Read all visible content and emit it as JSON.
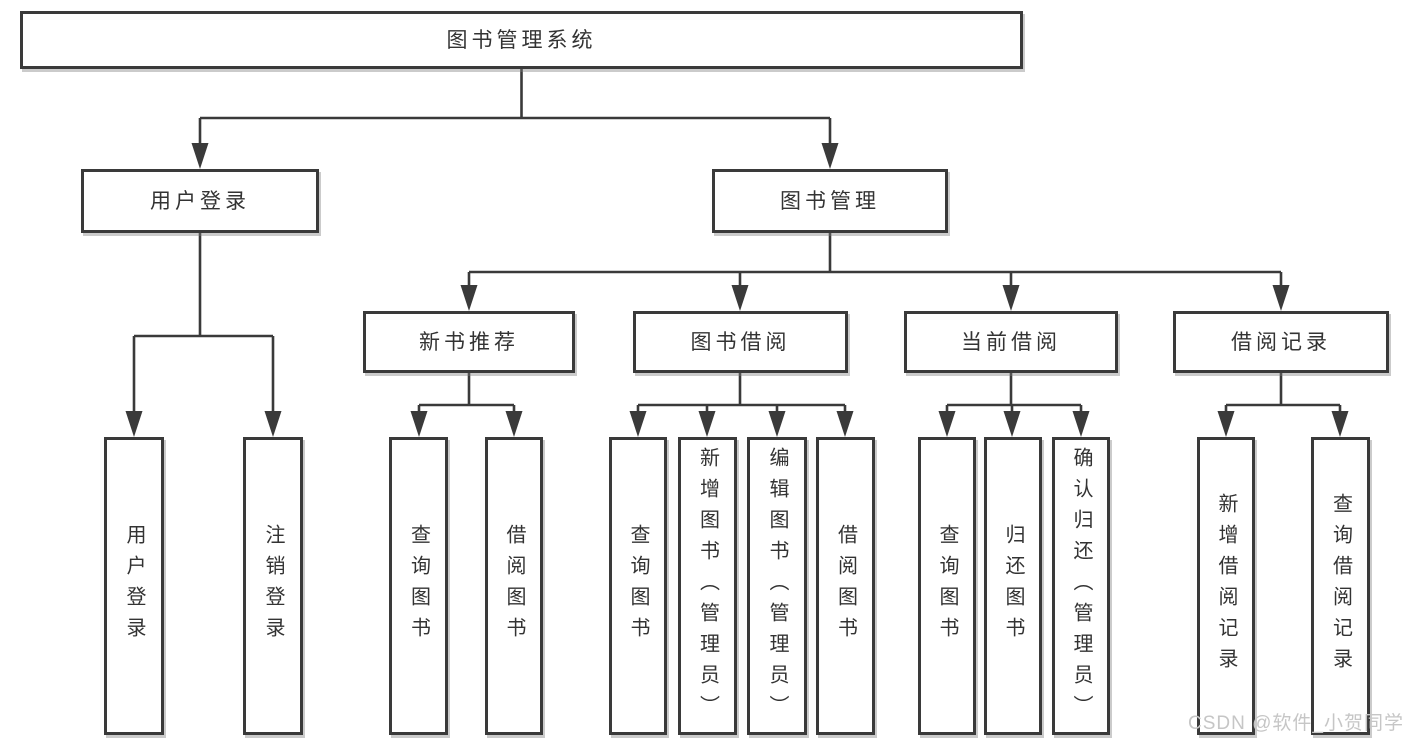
{
  "colors": {
    "line": "#3a3a3a",
    "box_border": "#3a3a3a",
    "text": "#333333",
    "watermark": "#c6c6c6",
    "background": "#ffffff"
  },
  "diagram": {
    "root": {
      "label": "图书管理系统"
    },
    "login_branch": {
      "label": "用户登录",
      "children": [
        {
          "label": "用户登录"
        },
        {
          "label": "注销登录"
        }
      ]
    },
    "mgmt_branch": {
      "label": "图书管理",
      "groups": [
        {
          "label": "新书推荐",
          "children": [
            {
              "label": "查询图书"
            },
            {
              "label": "借阅图书"
            }
          ]
        },
        {
          "label": "图书借阅",
          "children": [
            {
              "label": "查询图书"
            },
            {
              "label": "新增图书（管理员）"
            },
            {
              "label": "编辑图书（管理员）"
            },
            {
              "label": "借阅图书"
            }
          ]
        },
        {
          "label": "当前借阅",
          "children": [
            {
              "label": "查询图书"
            },
            {
              "label": "归还图书"
            },
            {
              "label": "确认归还（管理员）"
            }
          ]
        },
        {
          "label": "借阅记录",
          "children": [
            {
              "label": "新增借阅记录"
            },
            {
              "label": "查询借阅记录"
            }
          ]
        }
      ]
    }
  },
  "watermark": {
    "text": "CSDN @软件_小贺同学"
  }
}
